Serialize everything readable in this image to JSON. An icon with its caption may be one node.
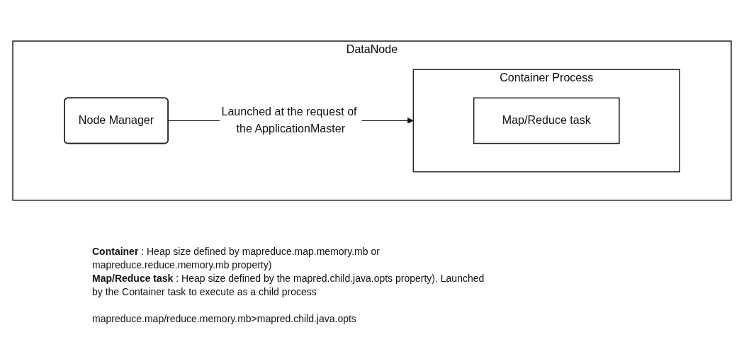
{
  "diagram": {
    "nodes": [
      {
        "text": [
          "DataNode"
        ]
      },
      {
        "text": [
          "Node Manager"
        ],
        "in": 0
      },
      {
        "text": [
          "Container Process"
        ],
        "in": 0
      },
      {
        "text": [
          "Map/Reduce task"
        ],
        "in": 2
      }
    ],
    "edges": [
      {
        "from": 1,
        "to": 2,
        "arrow": "to",
        "label": "Launched at the request of the ApplicationMaster"
      }
    ],
    "labels": [
      "**Container** : Heap size defined by mapreduce.map.memory.mb or mapreduce.reduce.memory.mb property)",
      "**Map/Reduce task** : Heap size defined by the mapred.child.java.opts property). Launched by the Container task to execute as a child process",
      "mapreduce.map/reduce.memory.mb>mapred.child.java.opts"
    ]
  }
}
